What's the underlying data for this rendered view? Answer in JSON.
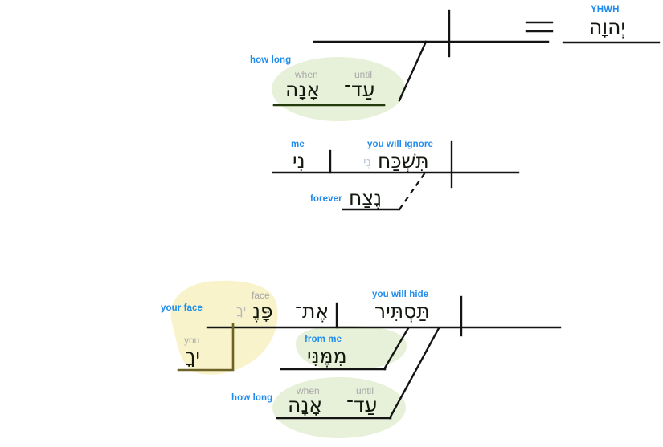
{
  "document": {
    "title": "Hebrew sentence diagram",
    "language": "Hebrew",
    "script_direction": "rtl"
  },
  "colors": {
    "gloss_primary": "#1f8ced",
    "gloss_secondary": "#a8a8a8",
    "hebrew_text": "#13180f",
    "green_highlight": "#e4efd3",
    "yellow_highlight": "#f9f3cb",
    "rule_line": "#1a1a1a",
    "green_rule": "#2f4010",
    "yellow_rule": "#6d6326",
    "background": "#ffffff"
  },
  "clauses": [
    {
      "id": "clause-1",
      "name": "yhwh-vocative-clause",
      "baseline": "main",
      "elements": [
        {
          "id": "how-long-1",
          "name": "how-long-phrase-upper",
          "gloss": "how long",
          "gloss_color": "#1f8ced",
          "highlight": "green-ellipse",
          "words": [
            {
              "gloss": "when",
              "gloss_color": "#a8a8a8",
              "hebrew": "אָנָה"
            },
            {
              "gloss": "until",
              "gloss_color": "#a8a8a8",
              "hebrew": "עַד־"
            }
          ]
        },
        {
          "id": "yhwh",
          "name": "yhwh-vocative",
          "gloss": "YHWH",
          "gloss_color": "#1f8ced",
          "hebrew": "יְהוָה",
          "connector": "equals"
        }
      ]
    },
    {
      "id": "clause-2",
      "name": "you-will-ignore-me-clause",
      "baseline": "main",
      "elements": [
        {
          "id": "me-suffix",
          "name": "object-suffix-me",
          "gloss": "me",
          "gloss_color": "#1f8ced",
          "hebrew": "נִי"
        },
        {
          "id": "you-will-ignore",
          "name": "verb-you-will-ignore",
          "gloss": "you will ignore",
          "gloss_color": "#1f8ced",
          "hebrew": "תִּשְׁכַּח",
          "hebrew_suffix": "נִי"
        },
        {
          "id": "forever",
          "name": "adverb-forever",
          "gloss": "forever",
          "gloss_color": "#1f8ced",
          "hebrew": "נֶצַח",
          "connector": "dashed-diagonal"
        }
      ]
    },
    {
      "id": "clause-3",
      "name": "you-will-hide-your-face-clause",
      "baseline": "main",
      "elements": [
        {
          "id": "your-face",
          "name": "object-phrase-your-face",
          "gloss": "your face",
          "gloss_color": "#1f8ced",
          "highlight": "yellow-blob",
          "words": [
            {
              "gloss": "face",
              "gloss_color": "#a8a8a8",
              "hebrew": "פָּנֶ",
              "hebrew_suffix": "יךָ"
            },
            {
              "gloss": "",
              "gloss_color": "#a8a8a8",
              "hebrew": "אֶת־"
            },
            {
              "gloss": "you",
              "gloss_color": "#a8a8a8",
              "hebrew": "יךָ"
            }
          ]
        },
        {
          "id": "you-will-hide",
          "name": "verb-you-will-hide",
          "gloss": "you will hide",
          "gloss_color": "#1f8ced",
          "hebrew": "תַּסְתִּיר"
        },
        {
          "id": "from-me",
          "name": "prepositional-phrase-from-me",
          "gloss": "from me",
          "gloss_color": "#1f8ced",
          "highlight": "green-blob",
          "hebrew": "מִמֶּנִּי"
        },
        {
          "id": "how-long-2",
          "name": "how-long-phrase-lower",
          "gloss": "how long",
          "gloss_color": "#1f8ced",
          "highlight": "green-ellipse",
          "words": [
            {
              "gloss": "when",
              "gloss_color": "#a8a8a8",
              "hebrew": "אָנָה"
            },
            {
              "gloss": "until",
              "gloss_color": "#a8a8a8",
              "hebrew": "עַד־"
            }
          ]
        }
      ]
    }
  ]
}
